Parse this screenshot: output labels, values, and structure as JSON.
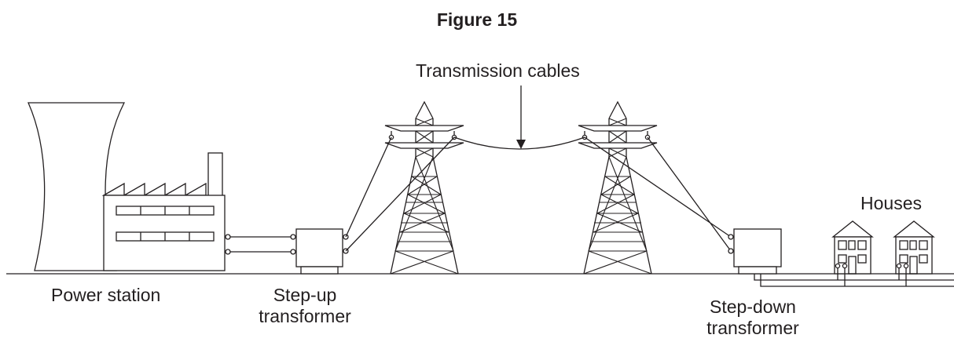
{
  "figure": {
    "title": "Figure 15"
  },
  "labels": {
    "transmission_cables": "Transmission cables",
    "houses": "Houses",
    "power_station": "Power station",
    "step_up_line1": "Step-up",
    "step_up_line2": "transformer",
    "step_down_line1": "Step-down",
    "step_down_line2": "transformer"
  },
  "colors": {
    "ink": "#231f20",
    "background": "#ffffff"
  }
}
